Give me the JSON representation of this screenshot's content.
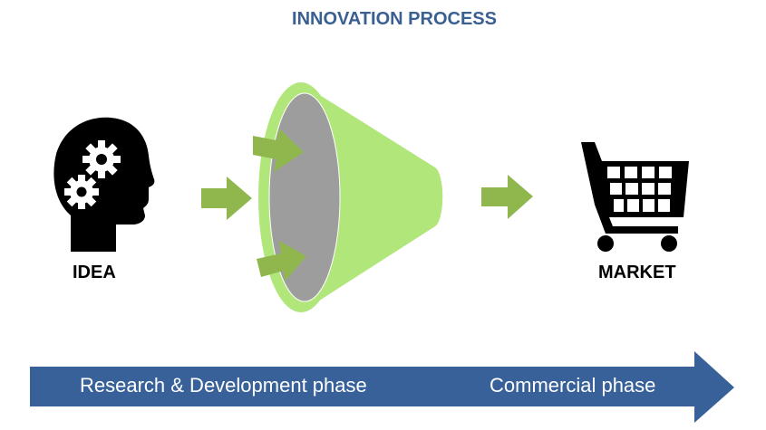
{
  "title": "INNOVATION PROCESS",
  "labels": {
    "idea": "IDEA",
    "market": "MARKET"
  },
  "timeline": {
    "phase1": "Research & Development phase",
    "phase2": "Commercial phase"
  },
  "colors": {
    "title": "#3a5f91",
    "arrow_green": "#8fb74e",
    "funnel_green": "#b1e67a",
    "funnel_inner": "#9d9d9d",
    "timeline": "#38619a"
  },
  "icons": [
    "head-gears-icon",
    "funnel-icon",
    "shopping-cart-icon"
  ]
}
